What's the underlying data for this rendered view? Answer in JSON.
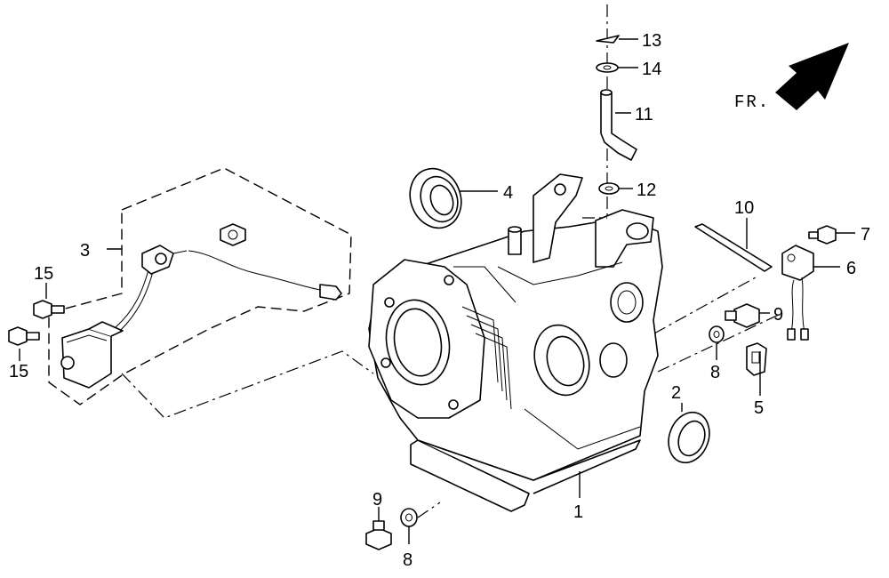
{
  "orientation": {
    "label": "FR."
  },
  "callouts": [
    {
      "id": "1",
      "text": "1"
    },
    {
      "id": "2",
      "text": "2"
    },
    {
      "id": "3",
      "text": "3"
    },
    {
      "id": "4",
      "text": "4"
    },
    {
      "id": "5",
      "text": "5"
    },
    {
      "id": "6",
      "text": "6"
    },
    {
      "id": "7",
      "text": "7"
    },
    {
      "id": "8a",
      "text": "8"
    },
    {
      "id": "8b",
      "text": "8"
    },
    {
      "id": "9a",
      "text": "9"
    },
    {
      "id": "9b",
      "text": "9"
    },
    {
      "id": "10",
      "text": "10"
    },
    {
      "id": "11",
      "text": "11"
    },
    {
      "id": "12",
      "text": "12"
    },
    {
      "id": "13",
      "text": "13"
    },
    {
      "id": "14",
      "text": "14"
    },
    {
      "id": "15a",
      "text": "15"
    },
    {
      "id": "15b",
      "text": "15"
    }
  ]
}
